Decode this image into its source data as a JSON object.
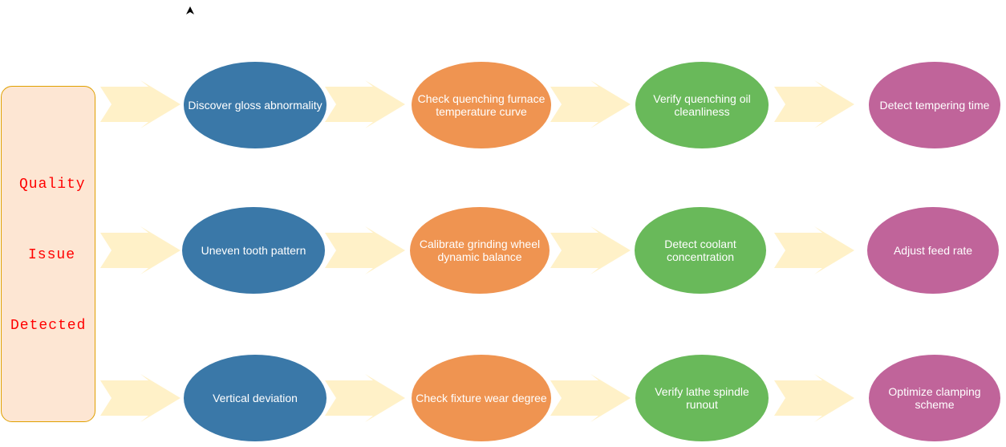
{
  "side_label": [
    "Quality",
    "Issue",
    "Detected"
  ],
  "colors": {
    "stage1": "#3a78a8",
    "stage2": "#ef9451",
    "stage3": "#69b95a",
    "stage4": "#c0649a",
    "arrow": "#fff1c8",
    "side_fill": "#fde6d3",
    "side_border": "#e0a000",
    "side_text": "#ff0000"
  },
  "rows": [
    {
      "nodes": [
        "Discover gloss abnormality",
        "Check quenching furnace temperature curve",
        "Verify quenching oil cleanliness",
        "Detect tempering time"
      ]
    },
    {
      "nodes": [
        "Uneven tooth pattern",
        "Calibrate grinding wheel dynamic balance",
        "Detect coolant concentration",
        "Adjust feed rate"
      ]
    },
    {
      "nodes": [
        "Vertical deviation",
        "Check fixture wear degree",
        "Verify lathe spindle runout",
        "Optimize clamping scheme"
      ]
    }
  ]
}
